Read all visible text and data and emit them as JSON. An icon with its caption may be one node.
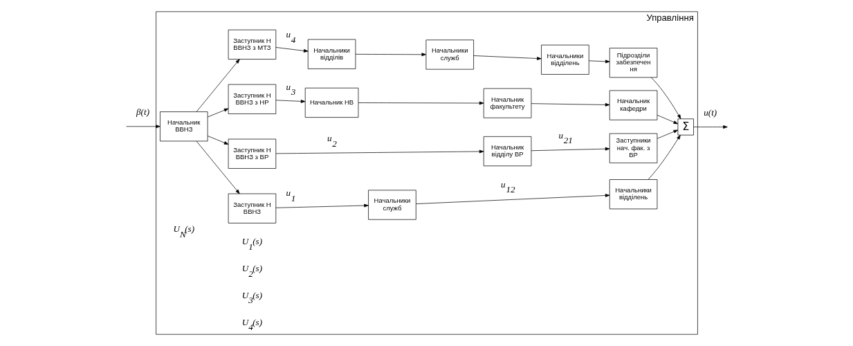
{
  "diagram": {
    "nodes": [
      {
        "text": [
          "Управління"
        ]
      },
      {
        "text": [
          "Начальник ВВНЗ"
        ],
        "in": 0
      },
      {
        "text": [
          "Заступник Н ВВНЗ"
        ],
        "in": 0
      },
      {
        "text": [
          "Начальники служб"
        ],
        "in": 0
      },
      {
        "text": [
          "Начальники відділень"
        ],
        "in": 0
      },
      {
        "text": [
          "Заступник Н ВВНЗ з ВР"
        ],
        "in": 0
      },
      {
        "text": [
          "Начальник відділу ВР"
        ],
        "in": 0
      },
      {
        "text": [
          "Заступники нач. фак. з ВР"
        ],
        "in": 0
      },
      {
        "text": [
          "Заступник Н ВВНЗ з НР"
        ],
        "in": 0
      },
      {
        "text": [
          "Начальник НВ"
        ],
        "in": 0
      },
      {
        "text": [
          "Начальник факультету"
        ],
        "in": 0
      },
      {
        "text": [
          "Начальник кафедри"
        ],
        "in": 0
      },
      {
        "text": [
          "Заступник Н ВВНЗ з МТЗ"
        ],
        "in": 0
      },
      {
        "text": [
          "Начальники відділів"
        ],
        "in": 0
      },
      {
        "text": [
          "Начальники служб"
        ],
        "in": 0
      },
      {
        "text": [
          "Начальники відділень"
        ],
        "in": 0
      },
      {
        "text": [
          "Підрозділи забезпечен ня"
        ],
        "in": 0
      },
      {
        "text": [
          "Σ"
        ],
        "in": 0
      }
    ],
    "edges": [
      {
        "from": null,
        "to": 1,
        "arrow": "to",
        "label": "β(t)"
      },
      {
        "from": 1,
        "to": 2,
        "arrow": "to"
      },
      {
        "from": 1,
        "to": 5,
        "arrow": "to"
      },
      {
        "from": 1,
        "to": 8,
        "arrow": "to"
      },
      {
        "from": 1,
        "to": 12,
        "arrow": "to"
      },
      {
        "from": 2,
        "to": 3,
        "arrow": "to",
        "label": "u$_{1}$"
      },
      {
        "from": 3,
        "to": 4,
        "arrow": "to",
        "label": "u$_{12}$"
      },
      {
        "from": 5,
        "to": 6,
        "arrow": "to",
        "label": "u$_{2}$"
      },
      {
        "from": 6,
        "to": 7,
        "arrow": "to",
        "label": "u$_{21}$"
      },
      {
        "from": 8,
        "to": 9,
        "arrow": "to",
        "label": "u$_{3}$"
      },
      {
        "from": 9,
        "to": 10,
        "arrow": "to"
      },
      {
        "from": 10,
        "to": 11,
        "arrow": "to"
      },
      {
        "from": 12,
        "to": 13,
        "arrow": "to",
        "label": "u$_{4}$"
      },
      {
        "from": 13,
        "to": 14,
        "arrow": "to"
      },
      {
        "from": 14,
        "to": 15,
        "arrow": "to"
      },
      {
        "from": 15,
        "to": 16,
        "arrow": "to"
      },
      {
        "from": 4,
        "to": 17,
        "arrow": "to"
      },
      {
        "from": 7,
        "to": 17,
        "arrow": "to"
      },
      {
        "from": 11,
        "to": 17,
        "arrow": "to"
      },
      {
        "from": 16,
        "to": 17,
        "arrow": "to"
      },
      {
        "from": 17,
        "to": null,
        "arrow": "to",
        "label": "u(t)"
      }
    ],
    "labels": [
      "U$_{N}$(s)",
      "U$_{1}$(s)",
      "U$_{2}$(s)",
      "U$_{3}$(s)",
      "U$_{4}$(s)"
    ]
  }
}
